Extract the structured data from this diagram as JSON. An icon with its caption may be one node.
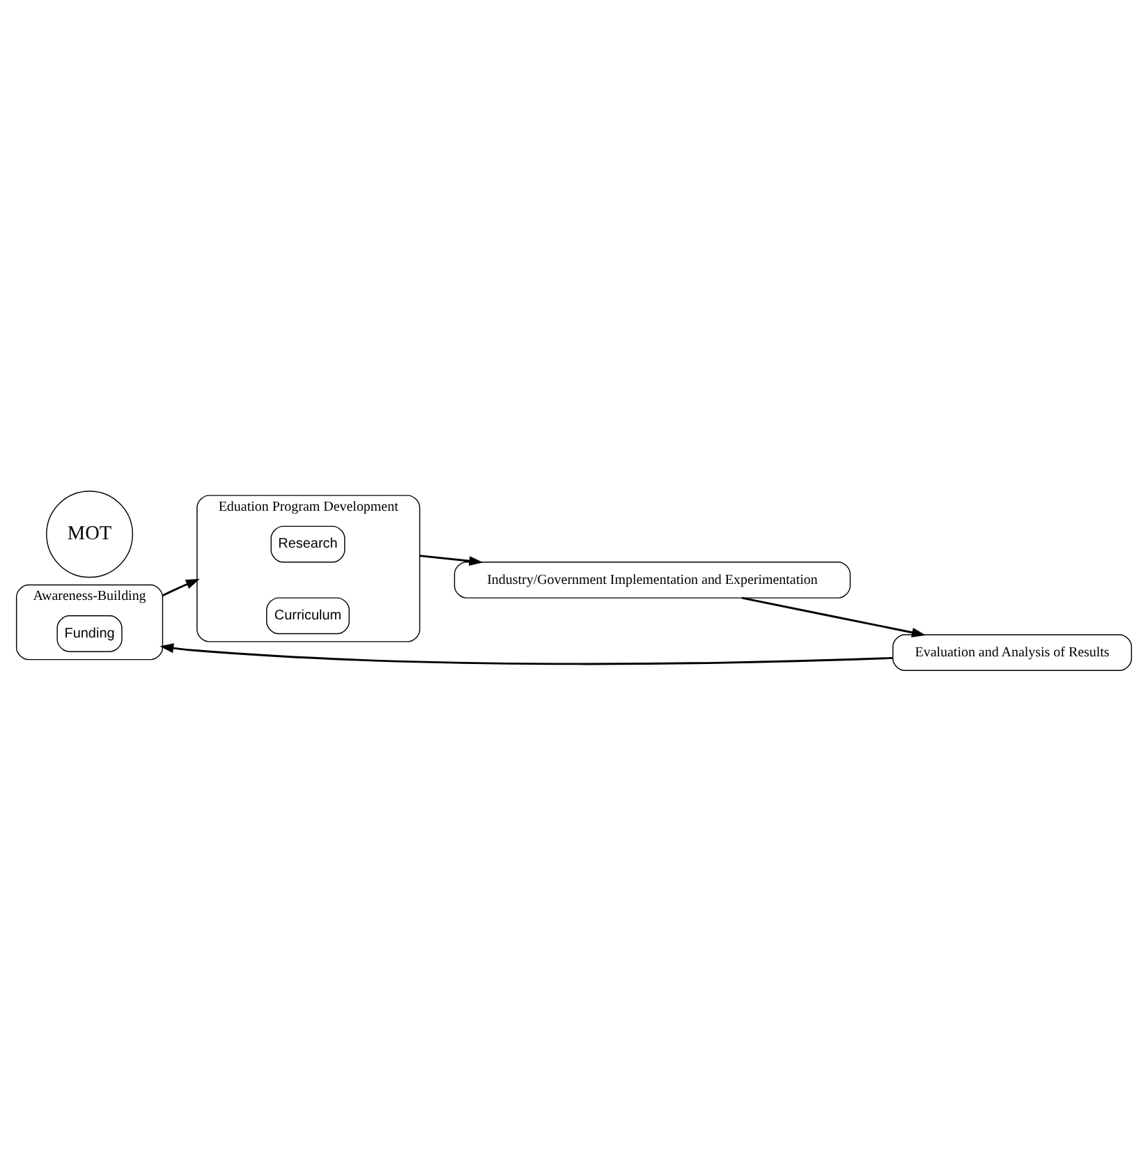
{
  "diagram": {
    "nodes": [
      {
        "text": [
          "Awareness-Building"
        ]
      },
      {
        "text": [
          "Funding"
        ],
        "in": 0
      },
      {
        "text": [
          "Eduation Program Development"
        ]
      },
      {
        "text": [
          "Research"
        ],
        "in": 2
      },
      {
        "text": [
          "Curriculum"
        ],
        "in": 2
      },
      {
        "text": [
          "Industry/Government Implementation and Experimentation"
        ]
      },
      {
        "text": [
          "Evaluation and Analysis of Results"
        ]
      },
      {
        "text": [
          "MOT"
        ]
      }
    ],
    "edges": [
      {
        "from": 0,
        "to": 2,
        "arrow": "to"
      },
      {
        "from": 2,
        "to": 5,
        "arrow": "to"
      },
      {
        "from": 5,
        "to": 6,
        "arrow": "to"
      },
      {
        "from": 6,
        "to": 0,
        "arrow": "to"
      }
    ]
  }
}
